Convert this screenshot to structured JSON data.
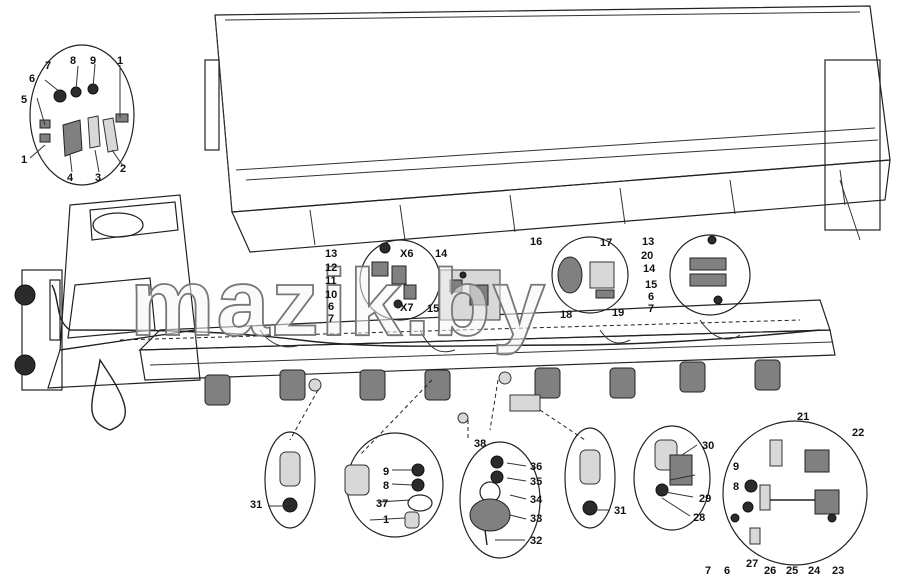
{
  "watermark": "mazik.by",
  "callouts": [
    {
      "id": "c1",
      "text": "1"
    },
    {
      "id": "c2",
      "text": "1"
    },
    {
      "id": "c3",
      "text": "2"
    },
    {
      "id": "c4",
      "text": "3"
    },
    {
      "id": "c5",
      "text": "4"
    },
    {
      "id": "c6",
      "text": "5"
    },
    {
      "id": "c7",
      "text": "6"
    },
    {
      "id": "c8",
      "text": "7"
    },
    {
      "id": "c9",
      "text": "8"
    },
    {
      "id": "c10",
      "text": "9"
    },
    {
      "id": "c11",
      "text": "13"
    },
    {
      "id": "c12",
      "text": "12"
    },
    {
      "id": "c13",
      "text": "11"
    },
    {
      "id": "c14",
      "text": "10"
    },
    {
      "id": "c15",
      "text": "6"
    },
    {
      "id": "c16",
      "text": "7"
    },
    {
      "id": "c17",
      "text": "X6"
    },
    {
      "id": "c18",
      "text": "X7"
    },
    {
      "id": "c19",
      "text": "14"
    },
    {
      "id": "c20",
      "text": "15"
    },
    {
      "id": "c21",
      "text": "16"
    },
    {
      "id": "c22",
      "text": "17"
    },
    {
      "id": "c23",
      "text": "18"
    },
    {
      "id": "c24",
      "text": "19"
    },
    {
      "id": "c25",
      "text": "13"
    },
    {
      "id": "c26",
      "text": "20"
    },
    {
      "id": "c27",
      "text": "14"
    },
    {
      "id": "c28",
      "text": "15"
    },
    {
      "id": "c29",
      "text": "6"
    },
    {
      "id": "c30",
      "text": "7"
    },
    {
      "id": "c31",
      "text": "31"
    },
    {
      "id": "c32",
      "text": "9"
    },
    {
      "id": "c33",
      "text": "8"
    },
    {
      "id": "c34",
      "text": "37"
    },
    {
      "id": "c35",
      "text": "1"
    },
    {
      "id": "c36",
      "text": "38"
    },
    {
      "id": "c37",
      "text": "36"
    },
    {
      "id": "c38",
      "text": "35"
    },
    {
      "id": "c39",
      "text": "34"
    },
    {
      "id": "c40",
      "text": "33"
    },
    {
      "id": "c41",
      "text": "32"
    },
    {
      "id": "c42",
      "text": "31"
    },
    {
      "id": "c43",
      "text": "30"
    },
    {
      "id": "c44",
      "text": "29"
    },
    {
      "id": "c45",
      "text": "28"
    },
    {
      "id": "c46",
      "text": "21"
    },
    {
      "id": "c47",
      "text": "22"
    },
    {
      "id": "c48",
      "text": "9"
    },
    {
      "id": "c49",
      "text": "8"
    },
    {
      "id": "c50",
      "text": "27"
    },
    {
      "id": "c51",
      "text": "7"
    },
    {
      "id": "c52",
      "text": "6"
    },
    {
      "id": "c53",
      "text": "26"
    },
    {
      "id": "c54",
      "text": "25"
    },
    {
      "id": "c55",
      "text": "24"
    },
    {
      "id": "c56",
      "text": "23"
    }
  ]
}
